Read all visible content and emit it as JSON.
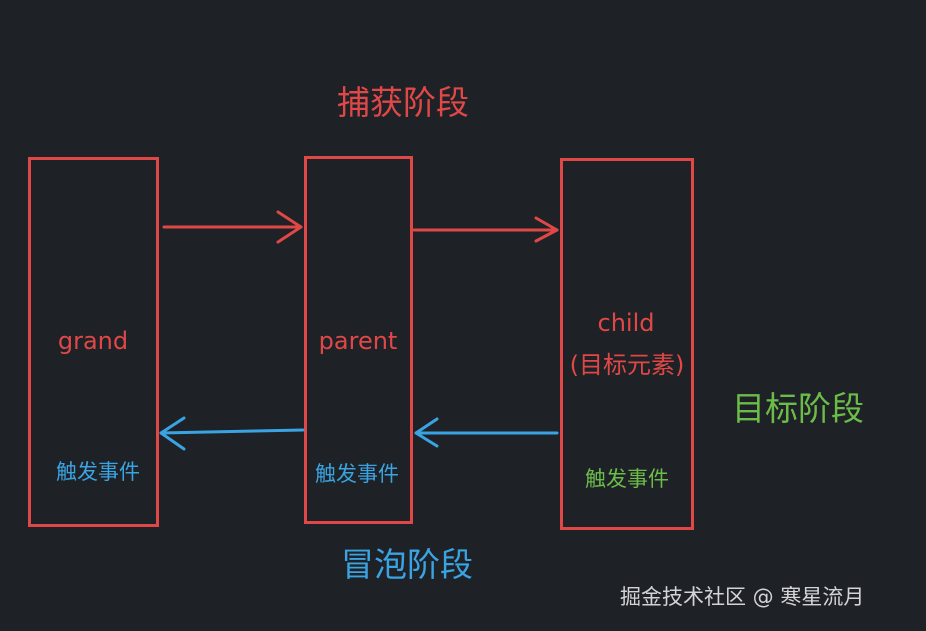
{
  "title_capture": "捕获阶段",
  "title_bubble": "冒泡阶段",
  "title_target": "目标阶段",
  "nodes": {
    "grand": {
      "name": "grand",
      "event": "触发事件"
    },
    "parent": {
      "name": "parent",
      "event": "触发事件"
    },
    "child": {
      "name": "child",
      "sub": "(目标元素)",
      "event": "触发事件"
    }
  },
  "watermark": "掘金技术社区 @ 寒星流月",
  "colors": {
    "background": "#1e2125",
    "capture": "#e04848",
    "bubble": "#3aa3e3",
    "target": "#6cbc4a"
  }
}
